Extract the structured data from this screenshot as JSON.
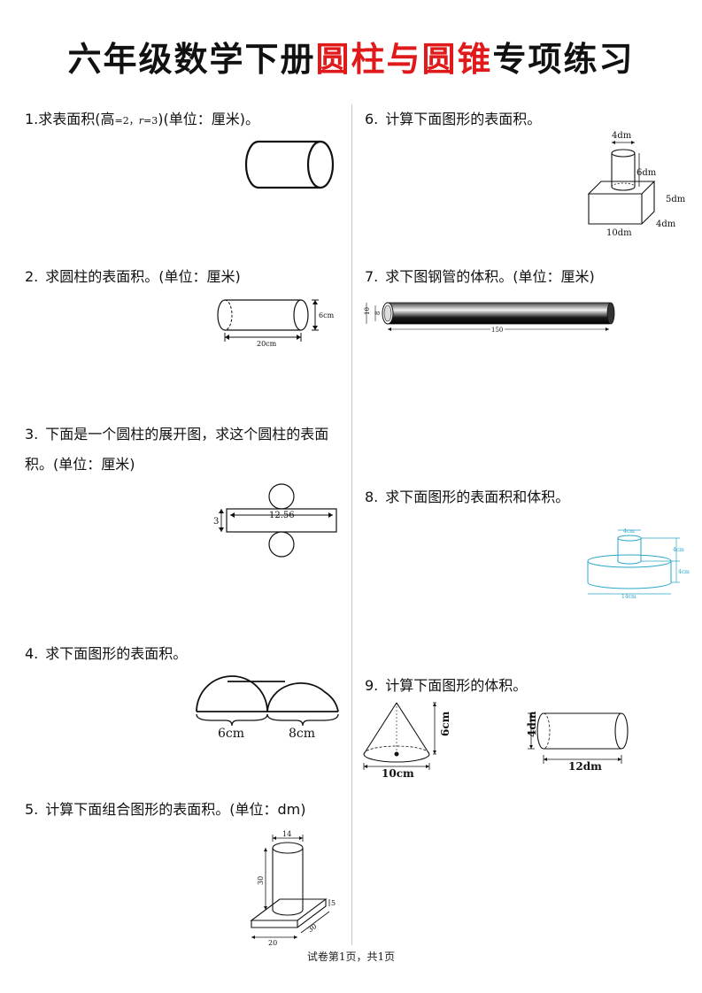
{
  "title": {
    "prefix": "六年级数学下册",
    "highlight": "圆柱与圆锥",
    "suffix": "专项练习"
  },
  "colors": {
    "highlight": "#e0191b",
    "figure_blue": "#2aa7c9",
    "ink": "#111111"
  },
  "questions": [
    {
      "num": "1.",
      "pre": "求表面积(",
      "h_label": "高",
      "h_val": "=2，",
      "r_label": "r",
      "r_val": "=3",
      "post": ")(单位：厘米)。"
    },
    {
      "num": "2.",
      "text": "求圆柱的表面积。(单位：厘米)"
    },
    {
      "num": "3.",
      "text": "下面是一个圆柱的展开图，求这个圆柱的表面积。(单位：厘米)"
    },
    {
      "num": "4.",
      "text": "求下面图形的表面积。"
    },
    {
      "num": "5.",
      "text": "计算下面组合图形的表面积。(单位：dm)"
    },
    {
      "num": "6.",
      "text": "计算下面图形的表面积。"
    },
    {
      "num": "7.",
      "text": "求下图钢管的体积。(单位：厘米)"
    },
    {
      "num": "8.",
      "text": "求下面图形的表面积和体积。"
    },
    {
      "num": "9.",
      "text": "计算下面图形的体积。"
    }
  ],
  "figures": {
    "q2": {
      "diameter": "6cm",
      "length": "20cm"
    },
    "q3": {
      "rect_length": "12.56",
      "rect_height": "3"
    },
    "q4": {
      "left": "6cm",
      "right": "8cm"
    },
    "q5": {
      "top_diameter": "14",
      "cyl_height": "30",
      "base_height": "5",
      "base_width": "20",
      "base_depth": "30"
    },
    "q6": {
      "top_diameter": "4dm",
      "cyl_height": "6dm",
      "box_height": "5dm",
      "box_depth": "4dm",
      "box_length": "10dm"
    },
    "q7": {
      "outer": "10",
      "inner": "8",
      "length": "150"
    },
    "q8": {
      "top_diameter": "4cm",
      "top_height": "4cm",
      "base_height": "4cm",
      "base_diameter": "14cm"
    },
    "q9": {
      "cone_height": "6cm",
      "cone_diameter": "10cm",
      "cyl_diameter": "4dm",
      "cyl_length": "12dm"
    }
  },
  "footer": "试卷第1页，共1页"
}
